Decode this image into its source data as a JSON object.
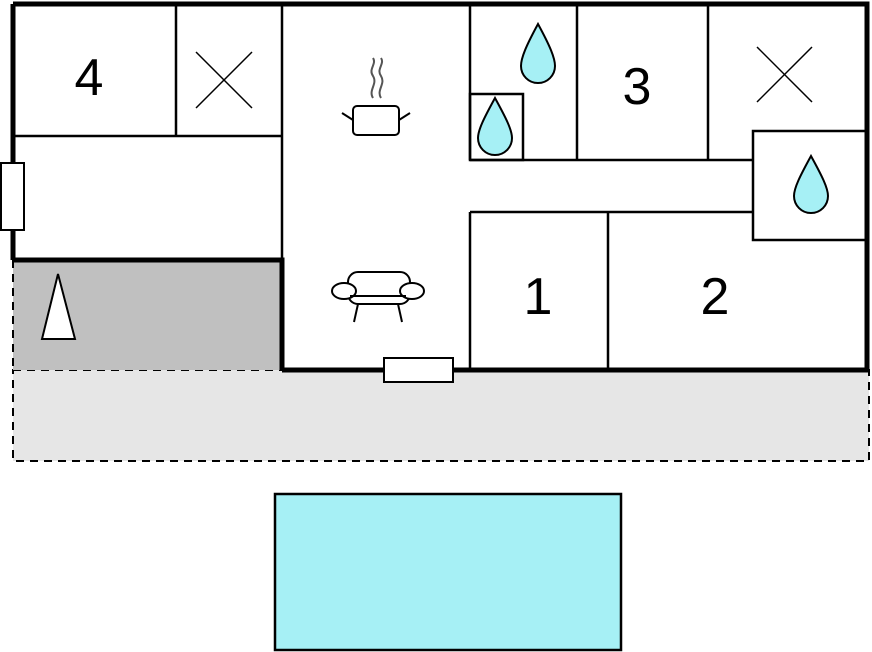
{
  "floor_plan": {
    "colors": {
      "pool": "#a6f0f5",
      "covered_terrace": "#c0c0c0",
      "terrace": "#e6e6e6",
      "water_drop": "#a6f0f5",
      "walls": "#000000"
    },
    "rooms": [
      {
        "id": "bedroom-4",
        "label": "4"
      },
      {
        "id": "bedroom-3",
        "label": "3"
      },
      {
        "id": "bedroom-1",
        "label": "1"
      },
      {
        "id": "bedroom-2",
        "label": "2"
      }
    ],
    "icons": {
      "wc_left": "cross-icon",
      "wc_right": "cross-icon",
      "bathroom_top": "water-drop-icon",
      "shower_small": "water-drop-icon",
      "bathroom_right": "water-drop-icon",
      "kitchen": "cooking-pot-icon",
      "living": "sofa-icon",
      "terrace_marker": "parasol-icon"
    }
  }
}
